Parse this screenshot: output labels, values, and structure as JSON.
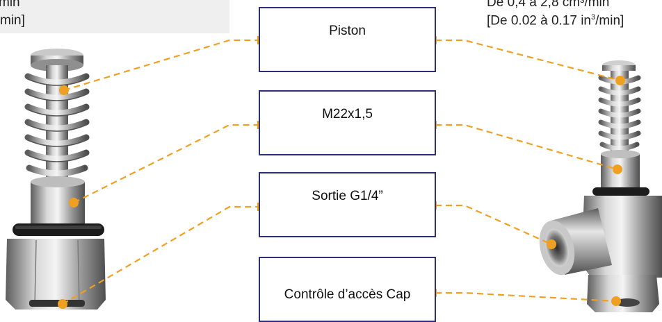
{
  "header_left": {
    "line1": "min",
    "line2": "min]"
  },
  "header_right": {
    "line1": "De 0,4 à 2,8 cm³/min",
    "line2_prefix": "[De 0.02 à 0.17 in",
    "line2_sup": "3",
    "line2_suffix": "/min]"
  },
  "labels": [
    {
      "id": "piston",
      "text": "Piston"
    },
    {
      "id": "thread",
      "text": "M22x1,5"
    },
    {
      "id": "outlet",
      "text": "Sortie G1/4”"
    },
    {
      "id": "cap",
      "text": "Contrôle d’accès Cap"
    }
  ],
  "colors": {
    "box_border": "#2b3076",
    "leader": "#f0a020",
    "dot": "#f0a020",
    "metal_light": "#e2e2e2",
    "metal_dark": "#6e6e6e"
  }
}
